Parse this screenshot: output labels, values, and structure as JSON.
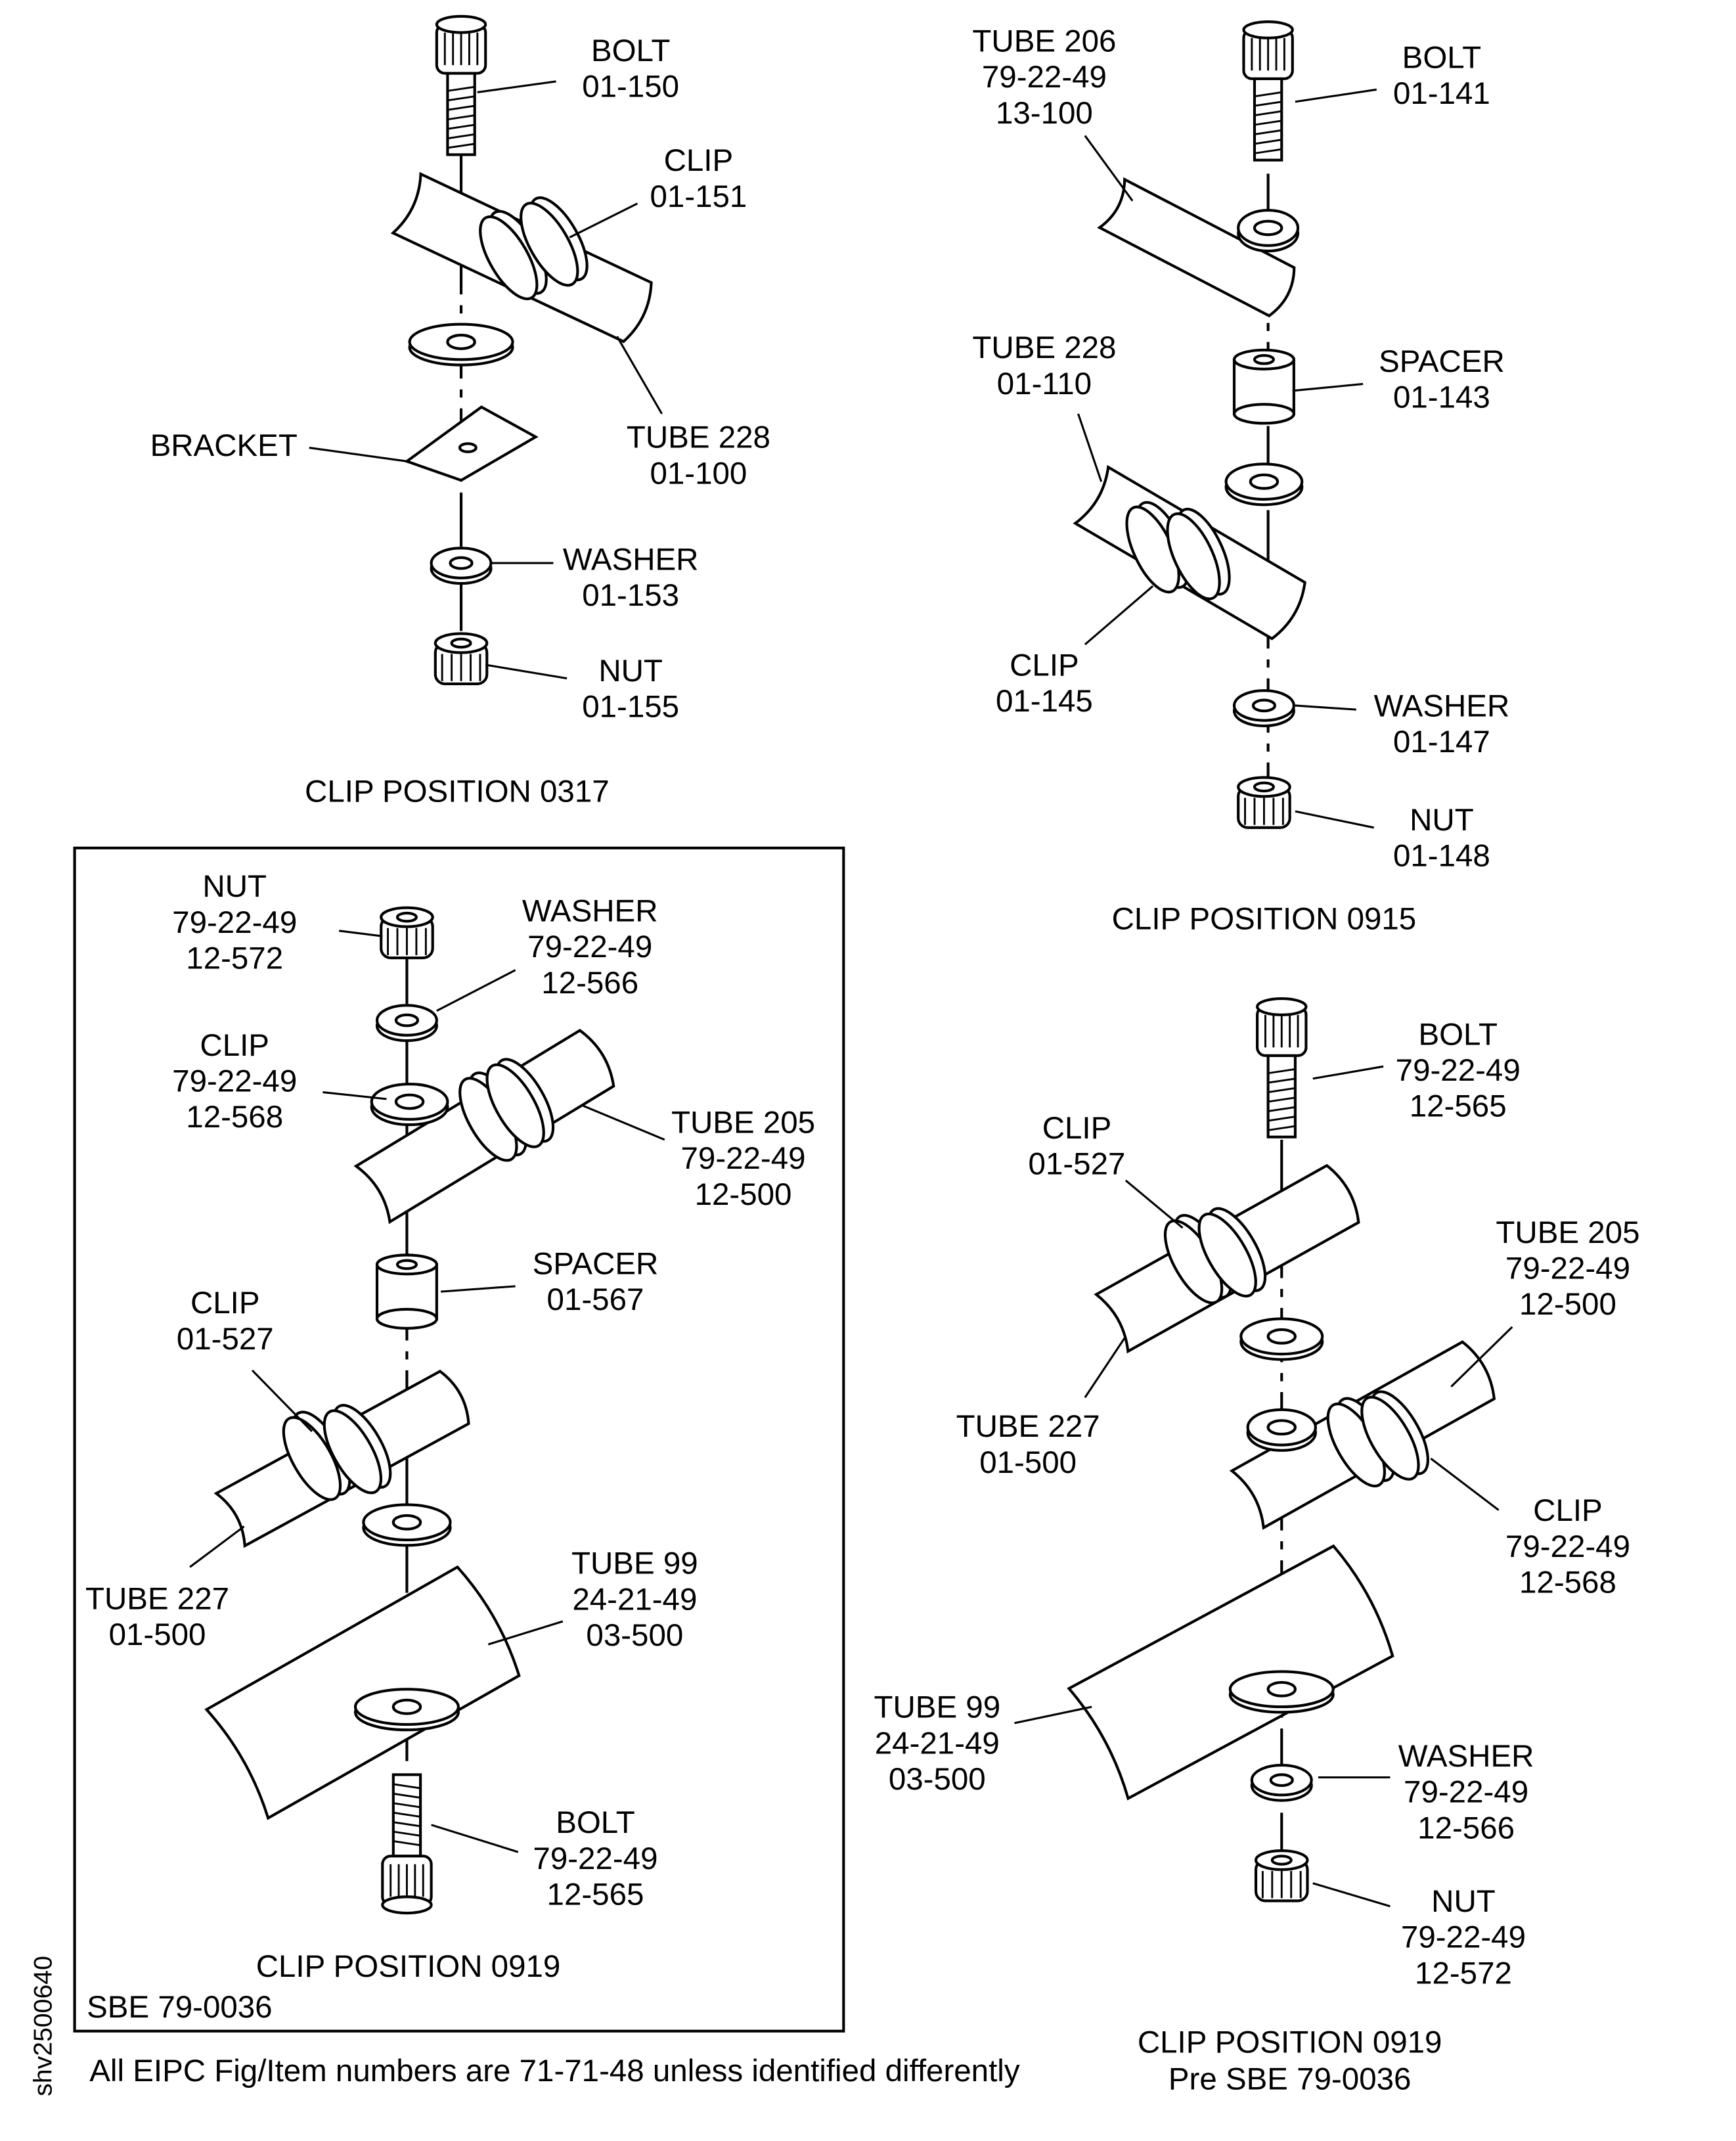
{
  "drawing_id": "shv2500640",
  "footnote": "All EIPC Fig/Item numbers are 71-71-48 unless identified differently",
  "panels": [
    {
      "title": [
        "CLIP POSITION 0317"
      ],
      "labels": [
        {
          "lines": [
            "BOLT",
            "01-150"
          ]
        },
        {
          "lines": [
            "CLIP",
            "01-151"
          ]
        },
        {
          "lines": [
            "TUBE 228",
            "01-100"
          ]
        },
        {
          "lines": [
            "BRACKET"
          ]
        },
        {
          "lines": [
            "WASHER",
            "01-153"
          ]
        },
        {
          "lines": [
            "NUT",
            "01-155"
          ]
        }
      ]
    },
    {
      "title": [
        "CLIP POSITION 0915"
      ],
      "labels": [
        {
          "lines": [
            "TUBE 206",
            "79-22-49",
            "13-100"
          ]
        },
        {
          "lines": [
            "BOLT",
            "01-141"
          ]
        },
        {
          "lines": [
            "TUBE 228",
            "01-110"
          ]
        },
        {
          "lines": [
            "SPACER",
            "01-143"
          ]
        },
        {
          "lines": [
            "CLIP",
            "01-145"
          ]
        },
        {
          "lines": [
            "WASHER",
            "01-147"
          ]
        },
        {
          "lines": [
            "NUT",
            "01-148"
          ]
        }
      ]
    },
    {
      "title": [
        "CLIP POSITION 0919"
      ],
      "note": "SBE 79-0036",
      "labels": [
        {
          "lines": [
            "NUT",
            "79-22-49",
            "12-572"
          ]
        },
        {
          "lines": [
            "WASHER",
            "79-22-49",
            "12-566"
          ]
        },
        {
          "lines": [
            "CLIP",
            "79-22-49",
            "12-568"
          ]
        },
        {
          "lines": [
            "TUBE 205",
            "79-22-49",
            "12-500"
          ]
        },
        {
          "lines": [
            "SPACER",
            "01-567"
          ]
        },
        {
          "lines": [
            "CLIP",
            "01-527"
          ]
        },
        {
          "lines": [
            "TUBE 99",
            "24-21-49",
            "03-500"
          ]
        },
        {
          "lines": [
            "TUBE 227",
            "01-500"
          ]
        },
        {
          "lines": [
            "BOLT",
            "79-22-49",
            "12-565"
          ]
        }
      ]
    },
    {
      "title": [
        "CLIP POSITION 0919",
        "Pre SBE 79-0036"
      ],
      "labels": [
        {
          "lines": [
            "BOLT",
            "79-22-49",
            "12-565"
          ]
        },
        {
          "lines": [
            "CLIP",
            "01-527"
          ]
        },
        {
          "lines": [
            "TUBE 205",
            "79-22-49",
            "12-500"
          ]
        },
        {
          "lines": [
            "TUBE 227",
            "01-500"
          ]
        },
        {
          "lines": [
            "CLIP",
            "79-22-49",
            "12-568"
          ]
        },
        {
          "lines": [
            "TUBE 99",
            "24-21-49",
            "03-500"
          ]
        },
        {
          "lines": [
            "WASHER",
            "79-22-49",
            "12-566"
          ]
        },
        {
          "lines": [
            "NUT",
            "79-22-49",
            "12-572"
          ]
        }
      ]
    }
  ]
}
